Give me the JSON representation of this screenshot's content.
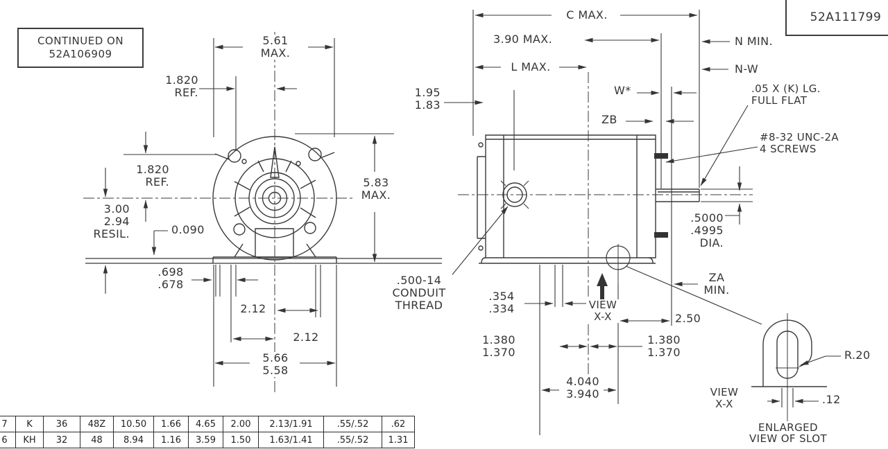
{
  "drawing": {
    "continued_on": "CONTINUED ON\n52A106909",
    "number": "52A111799"
  },
  "front_view": {
    "dim_5_61": "5.61\nMAX.",
    "dim_1_820_top": "1.820\nREF.",
    "dim_1_820_left": "1.820\nREF.",
    "dim_3_00": "3.00\n2.94\nRESIL.",
    "dim_0_090": "0.090",
    "dim_698": ".698\n.678",
    "dim_2_12_a": "2.12",
    "dim_2_12_b": "2.12",
    "dim_5_66": "5.66\n5.58",
    "dim_5_83": "5.83\nMAX."
  },
  "side_view": {
    "dim_c_max": "C MAX.",
    "dim_3_90": "3.90 MAX.",
    "dim_l_max": "L MAX.",
    "dim_n_min": "N MIN.",
    "dim_n_w": "N-W",
    "dim_w": "W*",
    "dim_zb": "ZB",
    "dim_1_95": "1.95\n1.83",
    "flat_note": ".05 X (K) LG.\nFULL FLAT",
    "screw_note": "#8-32 UNC-2A\n4 SCREWS",
    "dim_shaft_dia": ".5000\n.4995\nDIA.",
    "dim_za": "ZA\nMIN.",
    "dim_2_50": "2.50",
    "conduit_note": ".500-14\nCONDUIT\nTHREAD",
    "dim_354": ".354\n.334",
    "view_xx_label": "VIEW\nX-X",
    "dim_1_380_left": "1.380\n1.370",
    "dim_1_380_right": "1.380\n1.370",
    "dim_4_040": "4.040\n3.940"
  },
  "slot_view": {
    "radius_label": "R.20",
    "view_label": "VIEW\nX-X",
    "dim_12": ".12",
    "caption": "ENLARGED\nVIEW OF SLOT"
  },
  "table": {
    "rows": [
      [
        "7",
        "K",
        "36",
        "48Z",
        "10.50",
        "1.66",
        "4.65",
        "2.00",
        "2.13/1.91",
        ".55/.52",
        ".62"
      ],
      [
        "6",
        "KH",
        "32",
        "48",
        "8.94",
        "1.16",
        "3.59",
        "1.50",
        "1.63/1.41",
        ".55/.52",
        "1.31"
      ]
    ]
  }
}
